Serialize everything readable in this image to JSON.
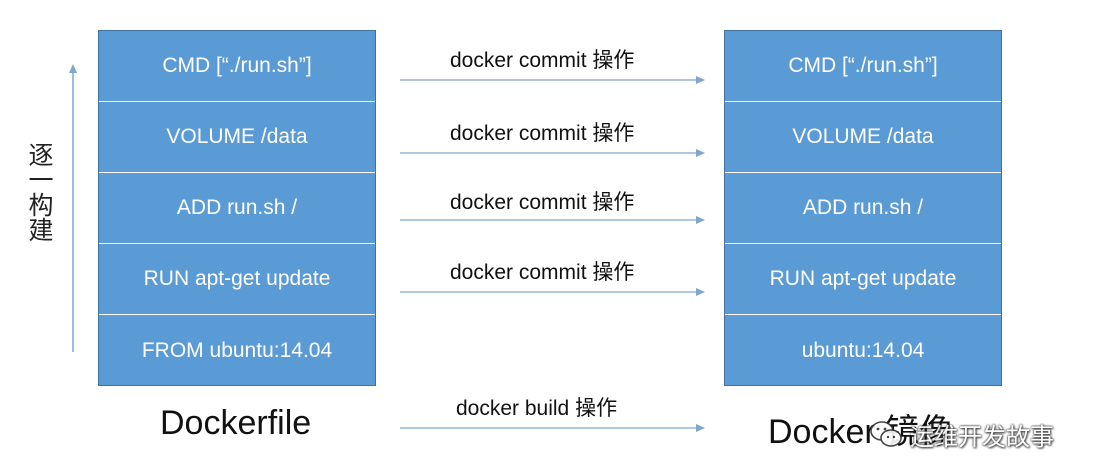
{
  "build_label": "逐一构建",
  "dockerfile": {
    "caption": "Dockerfile",
    "layers": [
      "CMD [“./run.sh”]",
      "VOLUME /data",
      "ADD run.sh  /",
      "RUN apt-get update",
      "FROM ubuntu:14.04"
    ]
  },
  "image": {
    "caption": "Docker 镜像",
    "layers": [
      "CMD [“./run.sh”]",
      "VOLUME /data",
      "ADD run.sh  /",
      "RUN apt-get update",
      "ubuntu:14.04"
    ]
  },
  "operations": [
    "docker commit 操作",
    "docker commit 操作",
    "docker commit 操作",
    "docker commit 操作"
  ],
  "build_operation": "docker build 操作",
  "watermark": {
    "text": "运维开发故事",
    "icon": "wechat-icon"
  },
  "colors": {
    "layer_fill": "#5b9bd5",
    "layer_border": "#41719c",
    "arrow": "#7ea6cf"
  }
}
